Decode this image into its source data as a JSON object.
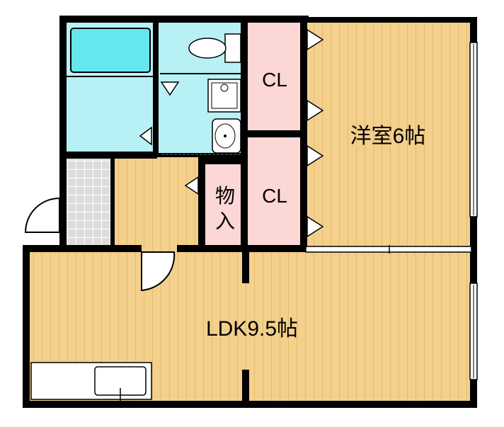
{
  "rooms": {
    "western_room": {
      "label": "洋室6帖",
      "floor": "wood"
    },
    "ldk": {
      "label": "LDK9.5帖",
      "floor": "wood"
    },
    "closet_upper": {
      "label": "CL"
    },
    "closet_lower": {
      "label": "CL"
    },
    "storage": {
      "label_line1": "物",
      "label_line2": "入"
    },
    "bath": {
      "floor": "tile"
    },
    "washroom": {},
    "toilet": {},
    "entrance": {
      "floor": "tile"
    },
    "hall": {
      "floor": "wood"
    }
  },
  "colors": {
    "wall": "#000000",
    "wood": "#f3d08c",
    "wood_line": "#e6bb6b",
    "closet": "#fbd7d6",
    "wet": "#b8f1f5",
    "bathtub": "#66e6ee",
    "tile": "#dcdcdc",
    "tile_line": "#ffffff"
  }
}
